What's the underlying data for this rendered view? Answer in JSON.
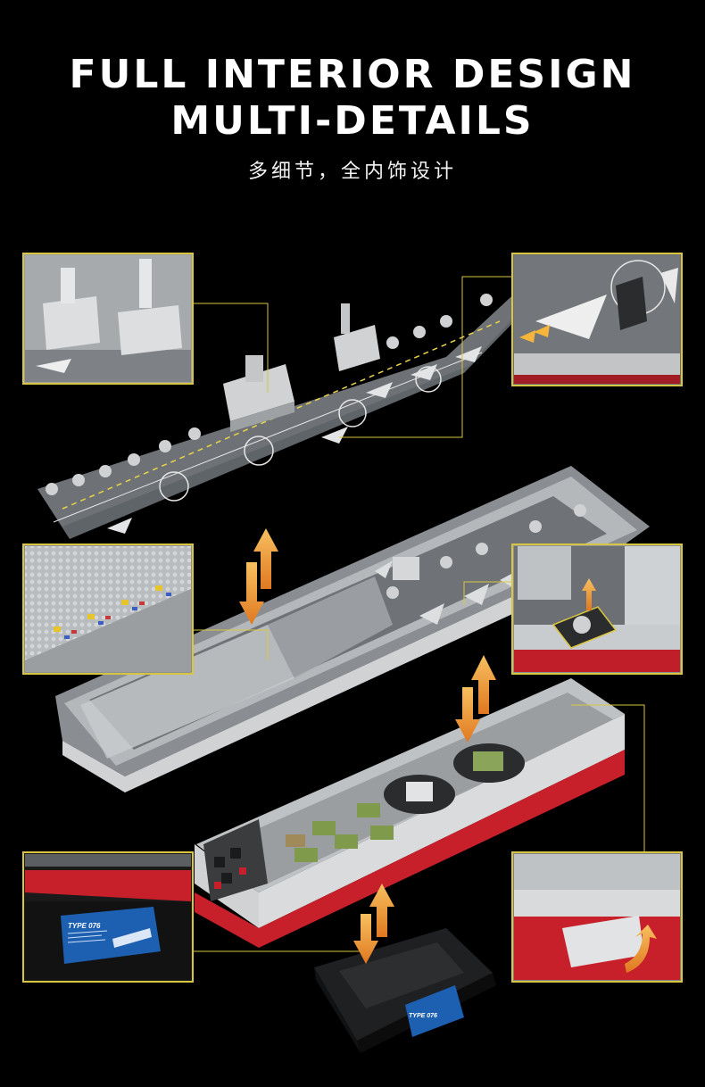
{
  "header": {
    "title_line1": "FULL INTERIOR DESIGN",
    "title_line2": "MULTI-DETAILS",
    "subtitle": "多细节，全内饰设计"
  },
  "callouts": {
    "plaque_label": "TYPE 076",
    "stand_plaque_label": "TYPE 076"
  },
  "colors": {
    "background": "#000000",
    "callout_frame": "#d9c640",
    "hull_red": "#c8202a",
    "deck_gray": "#6e7276",
    "structure_light": "#d5d7d9",
    "arrow_orange": "#f0a030",
    "plaque_blue": "#1d5fb0"
  }
}
